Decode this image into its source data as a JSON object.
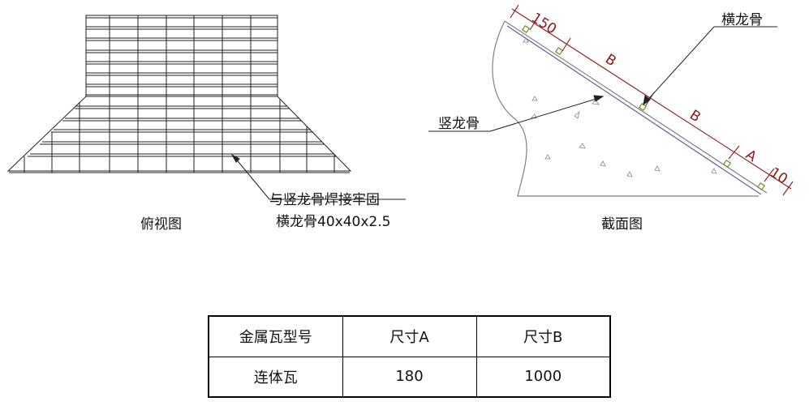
{
  "plan_view": {
    "title": "俯视图",
    "callout_line1": "与竖龙骨焊接牢固",
    "callout_line2": "横龙骨40x40x2.5"
  },
  "section_view": {
    "title": "截面图",
    "horizontal_keel_label": "横龙骨",
    "vertical_keel_label": "竖龙骨",
    "dimensions": [
      "150",
      "B",
      "B",
      "A",
      "10"
    ],
    "colors": {
      "outline": "#808080",
      "keel": "#6a5a9a",
      "dimension": "#8b1a1a",
      "node": "#6b8e23"
    }
  },
  "spec_table": {
    "headers": [
      "金属瓦型号",
      "尺寸A",
      "尺寸B"
    ],
    "row": [
      "连体瓦",
      "180",
      "1000"
    ]
  }
}
